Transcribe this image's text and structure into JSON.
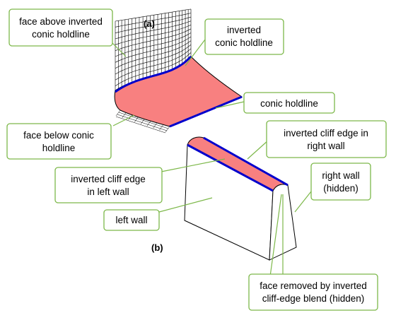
{
  "colors": {
    "blend_fill": "#F88080",
    "holdline": "#0000CC",
    "leader": "#7DB84A",
    "callout_border": "#7DB84A",
    "outline": "#000000"
  },
  "panels": {
    "a": "(a)",
    "b": "(b)"
  },
  "callouts": {
    "face_above": [
      "face above inverted",
      "conic holdline"
    ],
    "inverted_conic": [
      "inverted",
      "conic holdline"
    ],
    "conic_holdline": [
      "conic holdline"
    ],
    "face_below": [
      "face below conic",
      "holdline"
    ],
    "inverted_cliff_right": [
      "inverted cliff edge in",
      "right wall"
    ],
    "inverted_cliff_left": [
      "inverted cliff edge",
      "in left wall"
    ],
    "right_wall": [
      "right wall",
      "(hidden)"
    ],
    "left_wall": [
      "left wall"
    ],
    "face_removed": [
      "face removed by inverted",
      "cliff-edge blend (hidden)"
    ]
  }
}
